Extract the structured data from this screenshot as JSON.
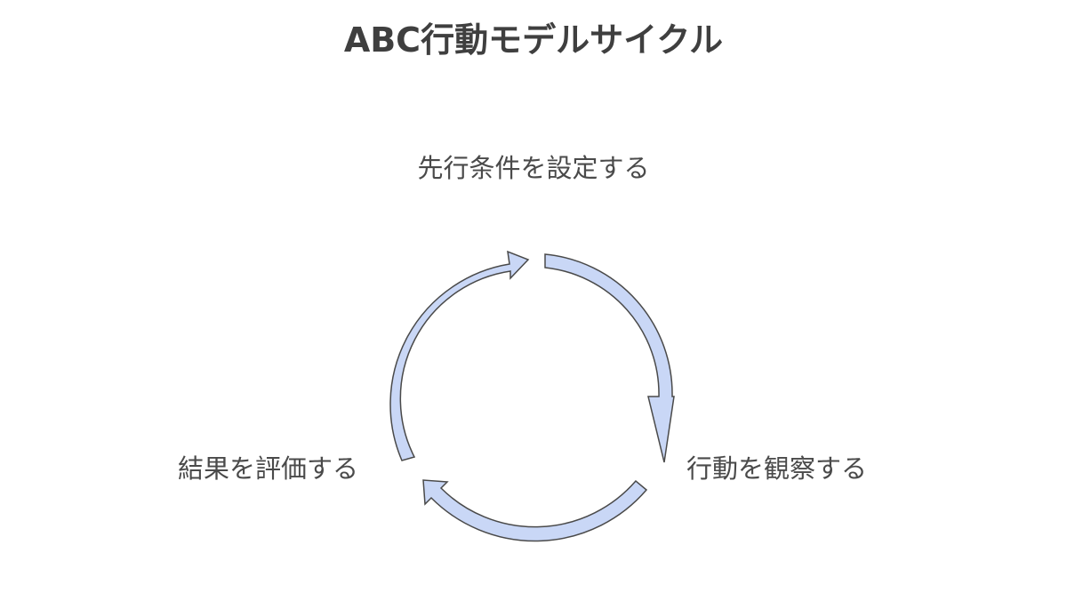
{
  "title": "ABC行動モデルサイクル",
  "nodes": [
    {
      "label": "先行条件を設定する"
    },
    {
      "label": "行動を観察する"
    },
    {
      "label": "結果を評価する"
    }
  ],
  "colors": {
    "arrow_fill": "#c9d7f6",
    "arrow_stroke": "#4a4a4a",
    "text": "#4a4a4a"
  }
}
